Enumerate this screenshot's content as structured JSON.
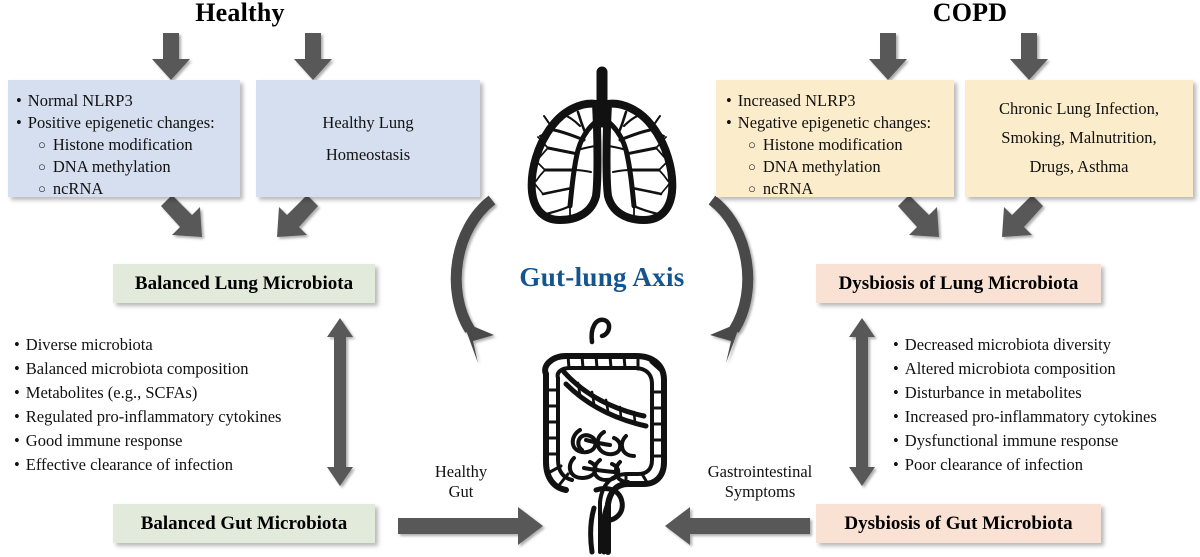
{
  "diagram": {
    "title_left": "Healthy",
    "title_right": "COPD",
    "center_axis_label": "Gut-lung Axis",
    "colors": {
      "blue_box": "#d6dfef",
      "cream_box": "#fbeccb",
      "green_box": "#e2ebdb",
      "pink_box": "#f9e2d4",
      "arrow_gray": "#585858",
      "axis_text_blue": "#15558f"
    }
  },
  "healthy": {
    "epigenetics_box": {
      "bullets": [
        "Normal NLRP3",
        "Positive epigenetic changes:"
      ],
      "subbullets": [
        "Histone modification",
        "DNA methylation",
        "ncRNA"
      ]
    },
    "lung_box": {
      "line1": "Healthy Lung",
      "line2": "Homeostasis"
    },
    "lung_microbiota_banner": "Balanced Lung Microbiota",
    "gut_microbiota_banner": "Balanced Gut Microbiota",
    "features": [
      "Diverse microbiota",
      "Balanced microbiota composition",
      "Metabolites (e.g., SCFAs)",
      "Regulated pro-inflammatory cytokines",
      "Good immune response",
      "Effective clearance of infection"
    ],
    "flow_label": "Healthy\nGut",
    "flow_label_line1": "Healthy",
    "flow_label_line2": "Gut"
  },
  "copd": {
    "epigenetics_box": {
      "bullets": [
        "Increased NLRP3",
        "Negative epigenetic changes:"
      ],
      "subbullets": [
        "Histone modification",
        "DNA methylation",
        "ncRNA"
      ]
    },
    "risk_box": {
      "line1": "Chronic Lung Infection,",
      "line2": "Smoking, Malnutrition,",
      "line3": "Drugs, Asthma"
    },
    "lung_microbiota_banner": "Dysbiosis of Lung Microbiota",
    "gut_microbiota_banner": "Dysbiosis of Gut Microbiota",
    "features": [
      "Decreased microbiota diversity",
      "Altered microbiota composition",
      "Disturbance in metabolites",
      "Increased pro-inflammatory cytokines",
      "Dysfunctional immune response",
      "Poor clearance of infection"
    ],
    "flow_label_line1": "Gastrointestinal",
    "flow_label_line2": "Symptoms"
  },
  "icons": {
    "lungs": "lungs-illustration",
    "intestines": "intestines-illustration"
  }
}
